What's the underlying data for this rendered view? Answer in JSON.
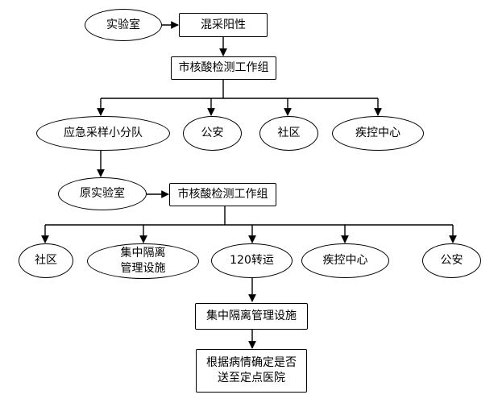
{
  "nodes": {
    "lab": "实验室",
    "mixed_positive": "混采阳性",
    "city_group_1": "市核酸检测工作组",
    "sampling_team": "应急采样小分队",
    "police_1": "公安",
    "community_1": "社区",
    "cdc_1": "疾控中心",
    "original_lab": "原实验室",
    "city_group_2": "市核酸检测工作组",
    "community_2": "社区",
    "isolation_facility_1": "集中隔离\n管理设施",
    "transfer_120": "120转运",
    "cdc_2": "疾控中心",
    "police_2": "公安",
    "isolation_facility_2": "集中隔离管理设施",
    "hospital_decision": "根据病情确定是否\n送至定点医院"
  }
}
